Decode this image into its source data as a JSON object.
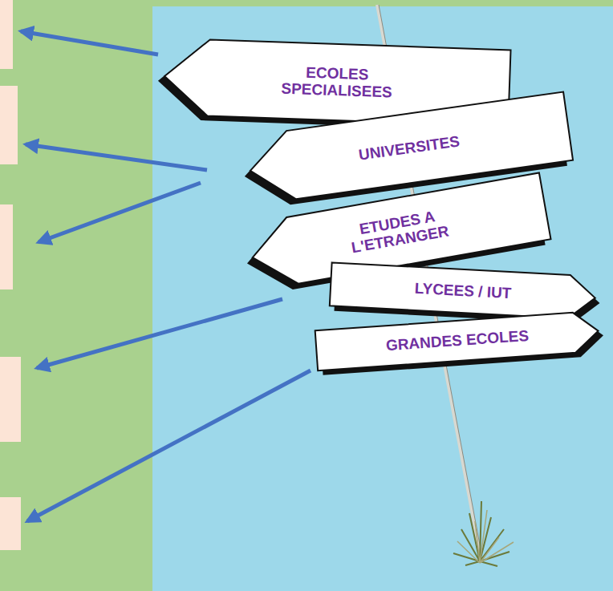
{
  "diagram": {
    "nodes": [
      {
        "text": [
          "ECOLES SPECIALISEES"
        ]
      },
      {
        "text": [
          "UNIVERSITES"
        ]
      },
      {
        "text": [
          "ETUDES A L'ETRANGER"
        ]
      },
      {
        "text": [
          "LYCEES / IUT"
        ]
      },
      {
        "text": [
          "GRANDES ECOLES"
        ]
      }
    ]
  }
}
